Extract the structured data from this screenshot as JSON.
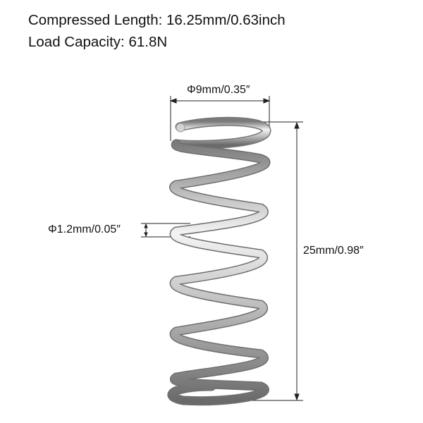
{
  "specs": {
    "compressed_length": "Compressed Length: 16.25mm/0.63inch",
    "load_capacity": "Load Capacity: 61.8N"
  },
  "dimensions": {
    "outer_diameter": "Φ9mm/0.35″",
    "wire_diameter": "Φ1.2mm/0.05″",
    "free_length": "25mm/0.98″"
  },
  "colors": {
    "background": "#ffffff",
    "dimension_line": "#222222",
    "spring_light": "#f2f2f2",
    "spring_mid": "#b8b8b8",
    "spring_dark": "#6f6f6f"
  }
}
